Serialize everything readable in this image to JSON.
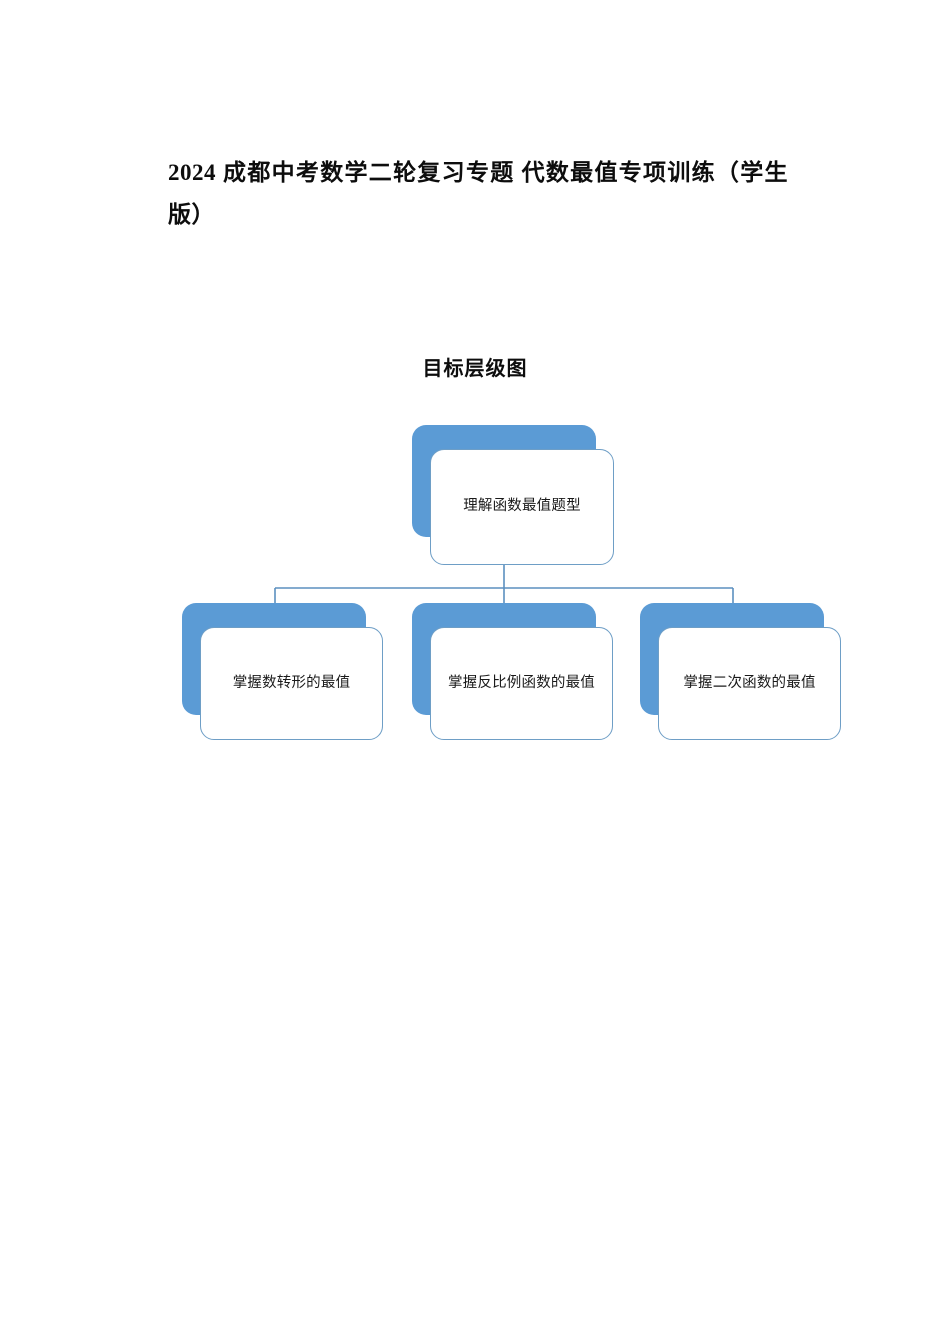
{
  "document": {
    "title": "2024 成都中考数学二轮复习专题 代数最值专项训练（学生版）",
    "subtitle": "目标层级图"
  },
  "colors": {
    "shadow_blue": "#5B9BD5",
    "card_border_blue": "#6E9EC6",
    "connector_blue": "#5B8FBF",
    "page_background": "#FFFFFF",
    "text": "#0D0D0D"
  },
  "diagram": {
    "type": "hierarchy",
    "root": {
      "label": "理解函数最值题型"
    },
    "children": [
      {
        "label": "掌握数转形的最值"
      },
      {
        "label": "掌握反比例函数的最值"
      },
      {
        "label": "掌握二次函数的最值"
      }
    ]
  }
}
